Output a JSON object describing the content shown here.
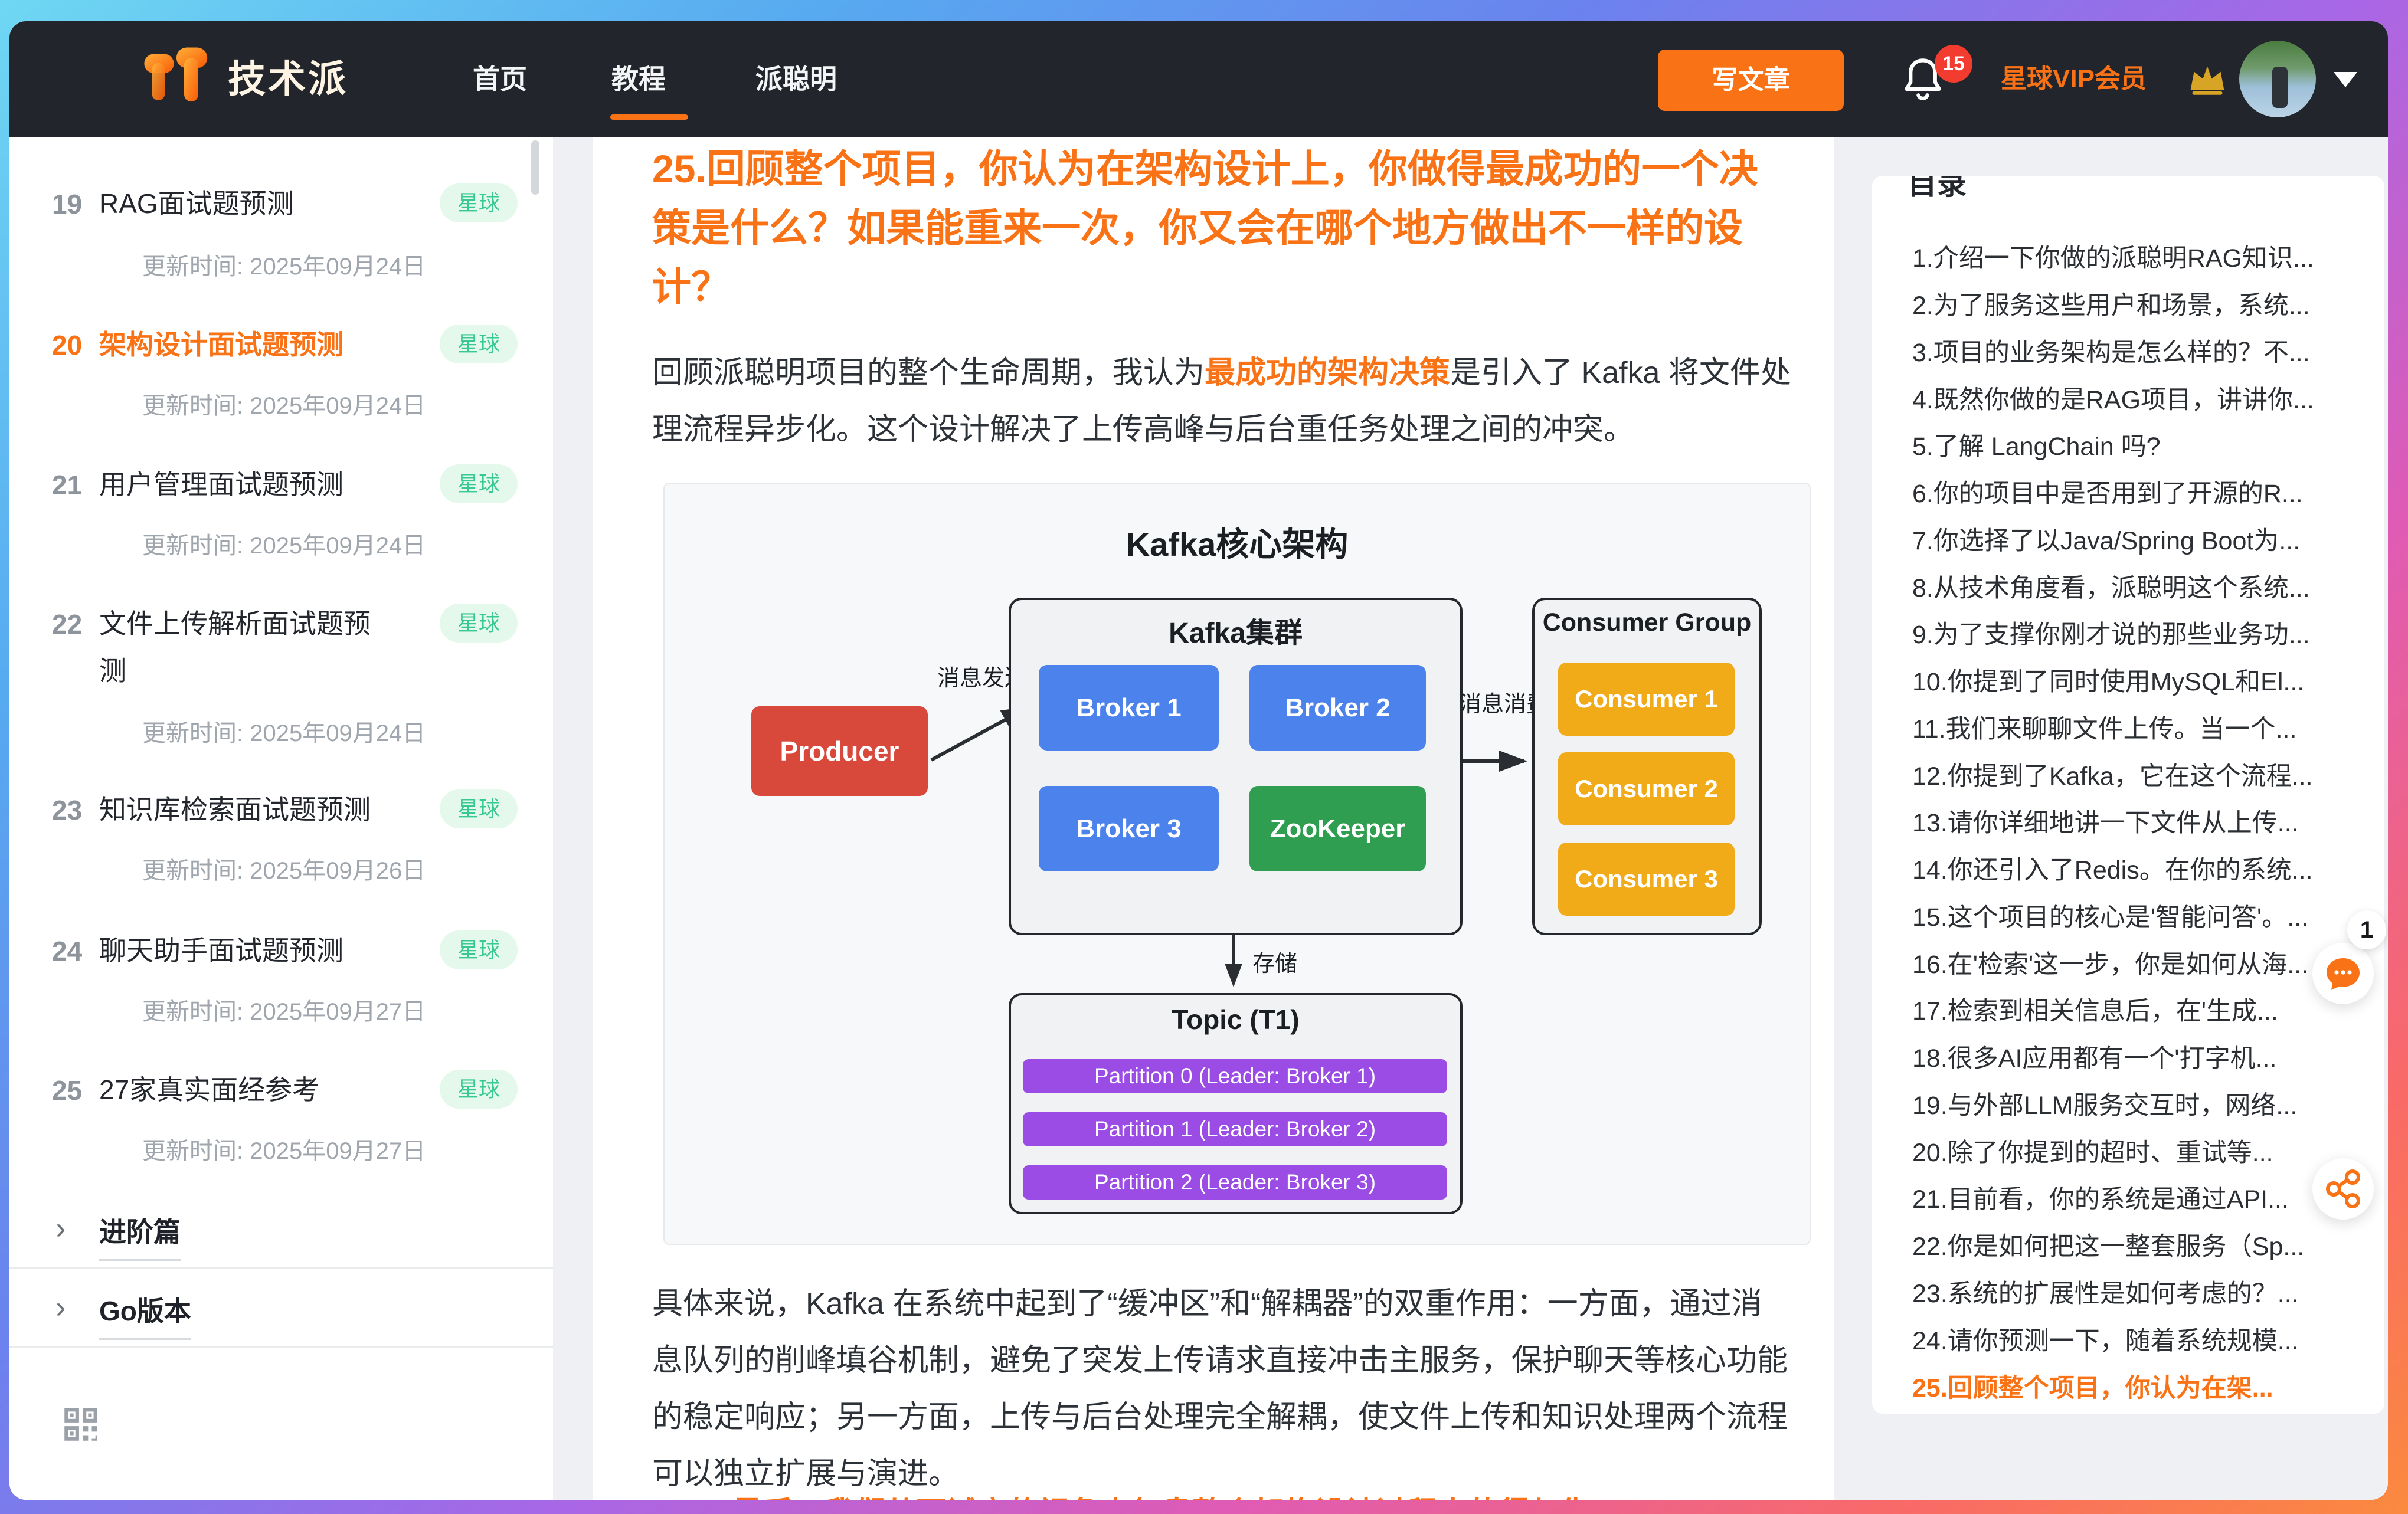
{
  "navbar": {
    "logo_text": "技术派",
    "links": [
      {
        "label": "首页"
      },
      {
        "label": "教程"
      },
      {
        "label": "派聪明"
      }
    ],
    "write_button": "写文章",
    "notification_count": "15",
    "vip_label": "星球VIP会员"
  },
  "sidebar": {
    "items": [
      {
        "num": "19",
        "title": "RAG面试题预测",
        "badge": "星球",
        "date": "更新时间: 2025年09月24日"
      },
      {
        "num": "20",
        "title": "架构设计面试题预测",
        "badge": "星球",
        "date": "更新时间: 2025年09月24日"
      },
      {
        "num": "21",
        "title": "用户管理面试题预测",
        "badge": "星球",
        "date": "更新时间: 2025年09月24日"
      },
      {
        "num": "22",
        "title": "文件上传解析面试题预测",
        "badge": "星球",
        "date": "更新时间: 2025年09月24日"
      },
      {
        "num": "23",
        "title": "知识库检索面试题预测",
        "badge": "星球",
        "date": "更新时间: 2025年09月26日"
      },
      {
        "num": "24",
        "title": "聊天助手面试题预测",
        "badge": "星球",
        "date": "更新时间: 2025年09月27日"
      },
      {
        "num": "25",
        "title": "27家真实面经参考",
        "badge": "星球",
        "date": "更新时间: 2025年09月27日"
      }
    ],
    "sections": [
      {
        "label": "进阶篇"
      },
      {
        "label": "Go版本"
      }
    ]
  },
  "article": {
    "heading": "25.回顾整个项目，你认为在架构设计上，你做得最成功的一个决策是什么？如果能重来一次，你又会在哪个地方做出不一样的设计？",
    "para1_before": "回顾派聪明项目的整个生命周期，我认为",
    "para1_highlight": "最成功的架构决策",
    "para1_after": "是引入了 Kafka 将文件处理流程异步化。这个设计解决了上传高峰与后台重任务处理之间的冲突。",
    "para2": "具体来说，Kafka 在系统中起到了“缓冲区”和“解耦器”的双重作用：一方面，通过消息队列的削峰填谷机制，避免了突发上传请求直接冲击主服务，保护聊天等核心功能的稳定响应；另一方面，上传与后台处理完全解耦，使文件上传和知识处理两个流程可以独立扩展与演进。",
    "clipped_line": "最后，我们从面试官的视角来复盘整个架构设计过程中的得与失。"
  },
  "diagram": {
    "title": "Kafka核心架构",
    "cluster_label": "Kafka集群",
    "consumer_group_label": "Consumer Group",
    "producer": "Producer",
    "brokers": [
      "Broker 1",
      "Broker 2",
      "Broker 3"
    ],
    "zookeeper": "ZooKeeper",
    "consumers": [
      "Consumer 1",
      "Consumer 2",
      "Consumer 3"
    ],
    "topic_label": "Topic (T1)",
    "partitions": [
      "Partition 0 (Leader: Broker 1)",
      "Partition 1 (Leader: Broker 2)",
      "Partition 2 (Leader: Broker 3)"
    ],
    "edge_send": "消息发送",
    "edge_consume": "消息消费",
    "edge_store": "存储",
    "colors": {
      "producer": "#d8493c",
      "broker": "#4b82ec",
      "zookeeper": "#2f9e50",
      "consumer": "#f2ab18",
      "partition": "#9a4ce5"
    }
  },
  "toc": {
    "header": "目录",
    "items": [
      "1.介绍一下你做的派聪明RAG知识...",
      "2.为了服务这些用户和场景，系统...",
      "3.项目的业务架构是怎么样的？不...",
      "4.既然你做的是RAG项目，讲讲你...",
      "5.了解 LangChain 吗?",
      "6.你的项目中是否用到了开源的R...",
      "7.你选择了以Java/Spring Boot为...",
      "8.从技术角度看，派聪明这个系统...",
      "9.为了支撑你刚才说的那些业务功...",
      "10.你提到了同时使用MySQL和El...",
      "11.我们来聊聊文件上传。当一个...",
      "12.你提到了Kafka，它在这个流程...",
      "13.请你详细地讲一下文件从上传...",
      "14.你还引入了Redis。在你的系统...",
      "15.这个项目的核心是'智能问答'。...",
      "16.在'检索'这一步，你是如何从海...",
      "17.检索到相关信息后，在'生成...",
      "18.很多AI应用都有一个'打字机...",
      "19.与外部LLM服务交互时，网络...",
      "20.除了你提到的超时、重试等...",
      "21.目前看，你的系统是通过API...",
      "22.你是如何把这一整套服务（Sp...",
      "23.系统的扩展性是如何考虑的？...",
      "24.请你预测一下，随着系统规模...",
      "25.回顾整个项目，你认为在架..."
    ]
  },
  "floating": {
    "chat_badge": "1"
  }
}
